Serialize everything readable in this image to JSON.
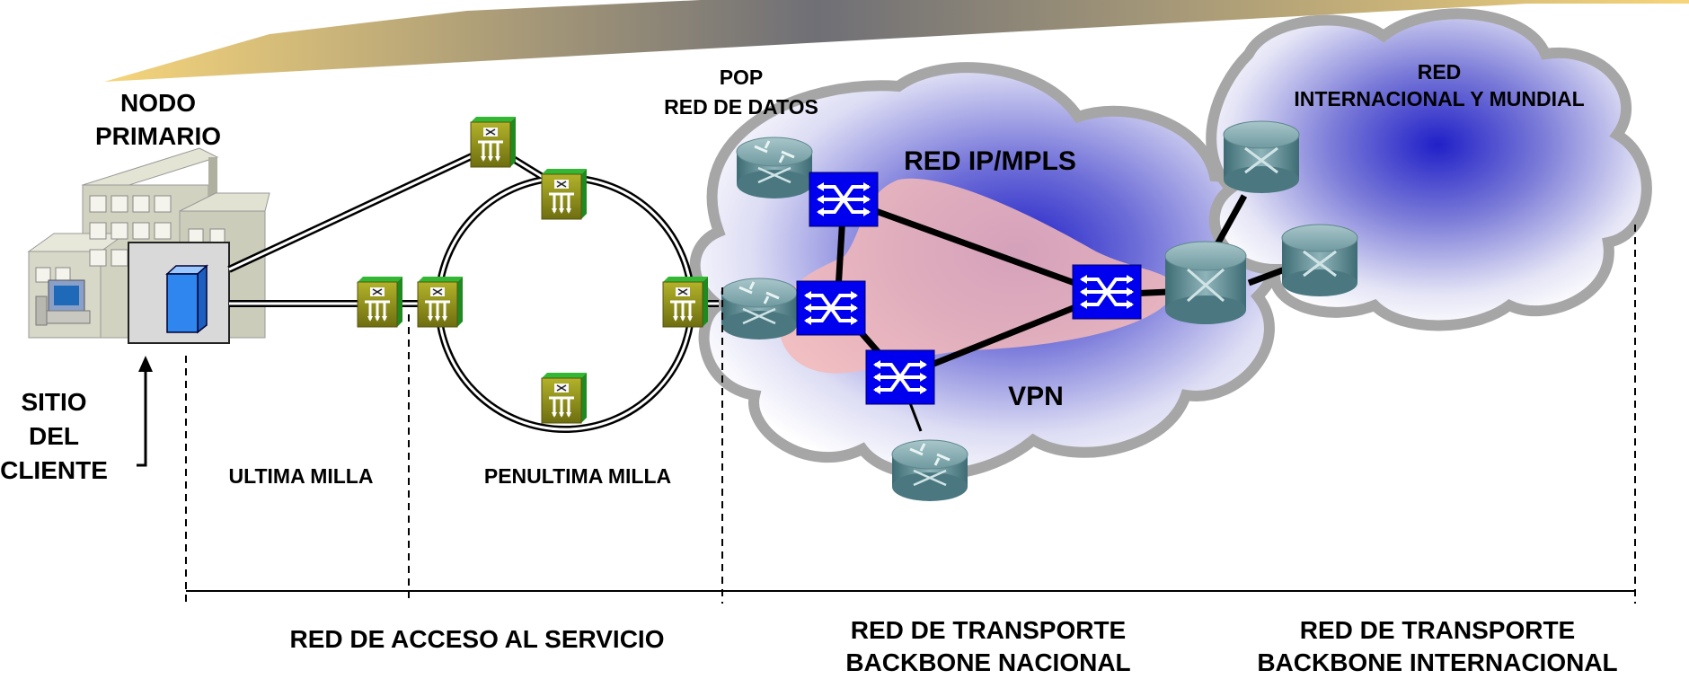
{
  "labels": {
    "nodo_primario": [
      "NODO",
      "PRIMARIO"
    ],
    "pop": [
      "POP",
      "RED DE DATOS"
    ],
    "red_ip_mpls": "RED IP/MPLS",
    "vpn": "VPN",
    "red_internacional": [
      "RED",
      "INTERNACIONAL Y MUNDIAL"
    ],
    "sitio_cliente": [
      "SITIO",
      "DEL",
      "CLIENTE"
    ],
    "ultima_milla": "ULTIMA MILLA",
    "penultima_milla": "PENULTIMA MILLA",
    "red_acceso": "RED DE ACCESO AL SERVICIO",
    "transporte_nacional": [
      "RED DE TRANSPORTE",
      "BACKBONE NACIONAL"
    ],
    "transporte_internacional": [
      "RED DE TRANSPORTE",
      "BACKBONE INTERNACIONAL"
    ]
  },
  "icons": {
    "router": "router-icon",
    "mpls_switch": "mpls-switch-icon",
    "multiplexer": "multiplexer-icon",
    "building": "building-icon",
    "computer": "computer-icon",
    "access_device": "access-device-icon"
  },
  "colors": {
    "banner_light": "#f6d57a",
    "banner_dark": "#6f6f76",
    "cloud_outline": "#a6a6a6",
    "cloud_fill": "#dcdcf4",
    "cloud_core": "#2020c8",
    "vpn_area": "#f5b8b8",
    "switch_blue": "#0000ee",
    "mux_olive": "#8c8c18",
    "mux_green": "#33b833",
    "router_teal": "#5c8a92",
    "access_blue": "#2f86ef"
  }
}
